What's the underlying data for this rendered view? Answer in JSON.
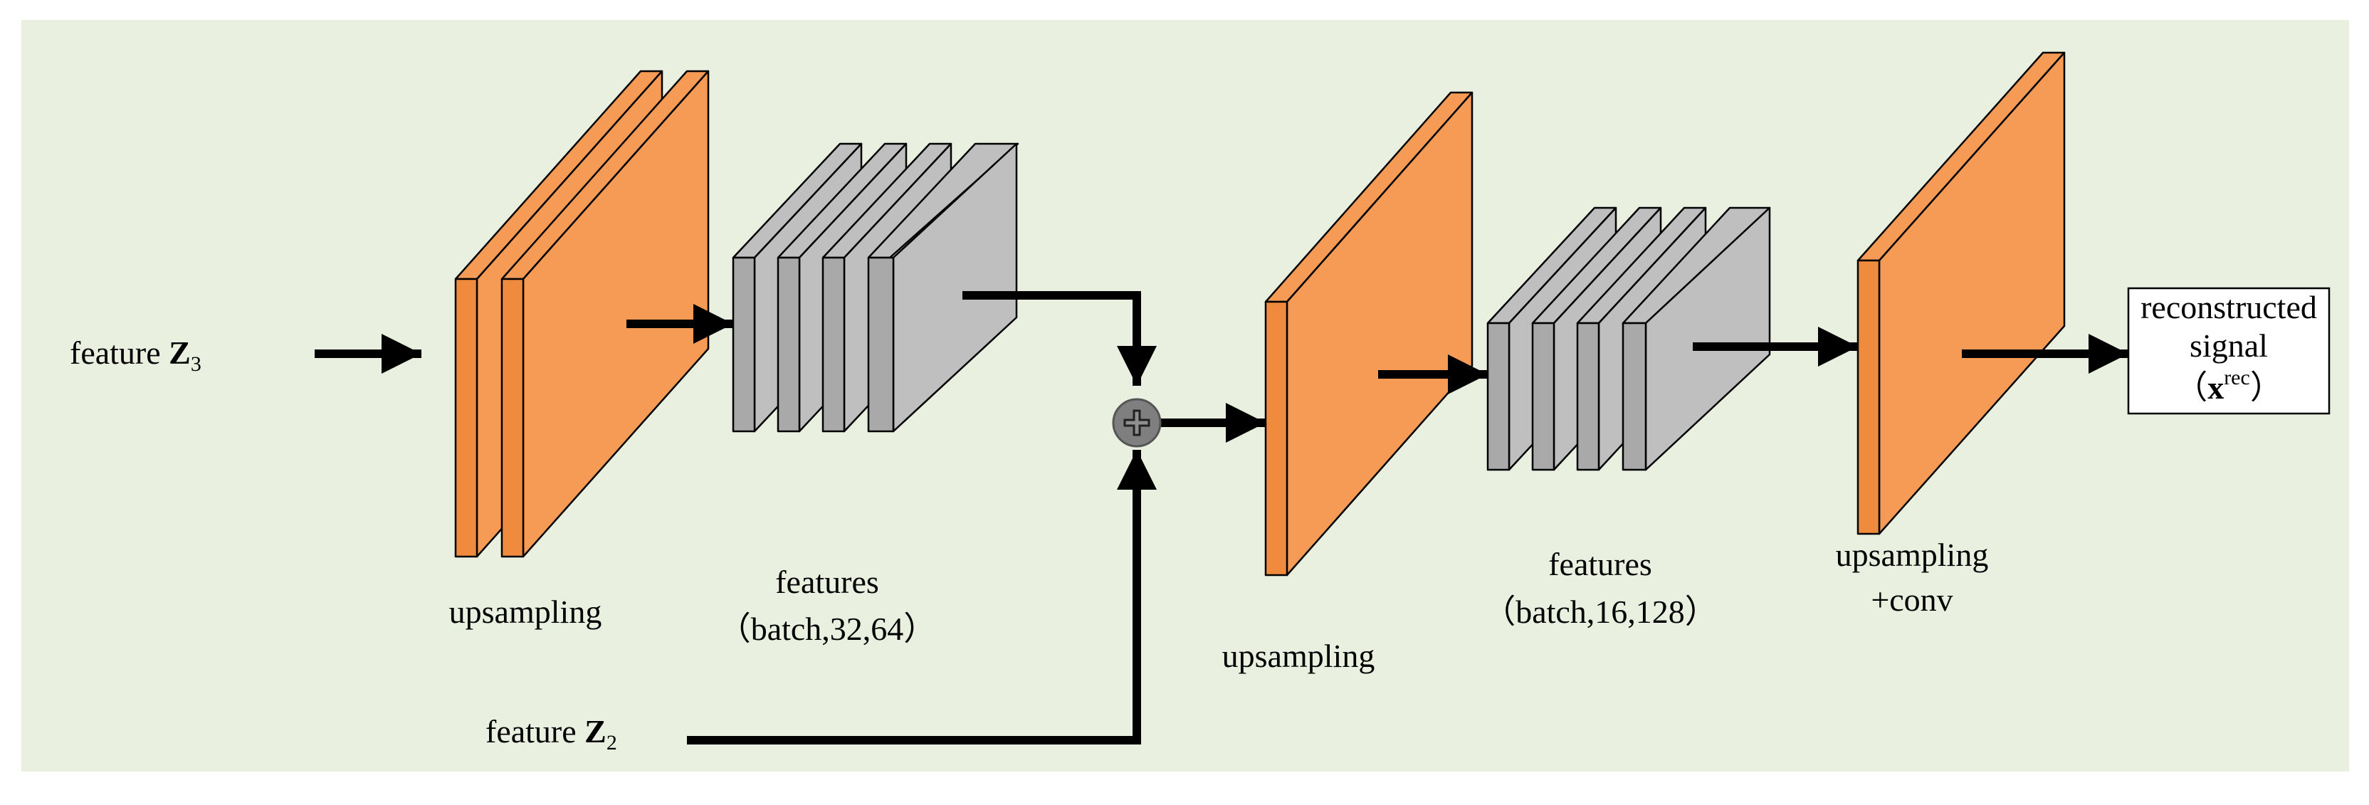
{
  "colors": {
    "background": "#e9f0df",
    "orange": "#f59b56",
    "orange_side": "#f08a3c",
    "gray": "#bfbfbf",
    "gray_side": "#a9a9a9",
    "arrow": "#000000",
    "plus_node": "#7f7f7f"
  },
  "inputs": {
    "z3": {
      "prefix": "feature ",
      "symbol": "Z",
      "subscript": "3"
    },
    "z2": {
      "prefix": "feature ",
      "symbol": "Z",
      "subscript": "2"
    }
  },
  "blocks": {
    "upsampling_1": "upsampling",
    "features_1": {
      "line1": "features",
      "line2": "（batch,32,64）"
    },
    "upsampling_2": "upsampling",
    "features_2": {
      "line1": "features",
      "line2": "（batch,16,128）"
    },
    "upsampling_conv": {
      "line1": "upsampling",
      "line2": "+conv"
    }
  },
  "output": {
    "line1": "reconstructed",
    "line2": "signal",
    "open_paren": "（",
    "symbol": "x",
    "superscript": "rec",
    "close_paren": "）"
  },
  "icons": {
    "merge": "plus-circle-icon",
    "arrows": "arrow-right-icon"
  }
}
